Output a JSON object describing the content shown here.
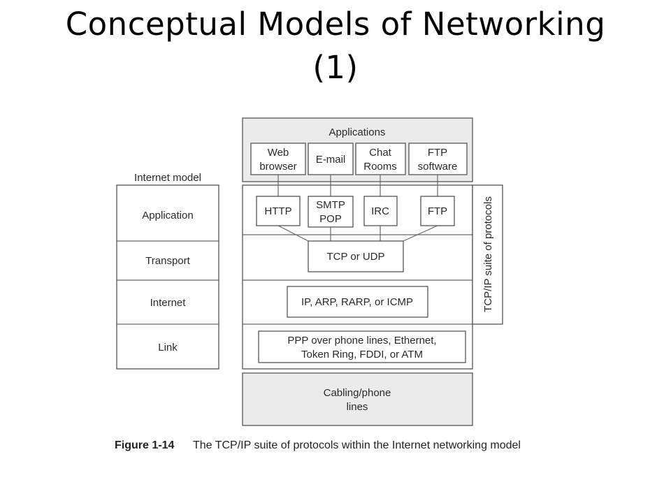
{
  "title": {
    "line1": "Conceptual Models of Networking",
    "line2": "(1)"
  },
  "figure": {
    "applications_header": "Applications",
    "apps": [
      {
        "line1": "Web",
        "line2": "browser"
      },
      {
        "line1": "E-mail",
        "line2": ""
      },
      {
        "line1": "Chat",
        "line2": "Rooms"
      },
      {
        "line1": "FTP",
        "line2": "software"
      }
    ],
    "internet_model_label": "Internet model",
    "layers": [
      "Application",
      "Transport",
      "Internet",
      "Link"
    ],
    "protocols": [
      {
        "line1": "HTTP",
        "line2": ""
      },
      {
        "line1": "SMTP",
        "line2": "POP"
      },
      {
        "line1": "IRC",
        "line2": ""
      },
      {
        "line1": "FTP",
        "line2": ""
      }
    ],
    "transport_protocol": "TCP or UDP",
    "internet_protocols": "IP, ARP, RARP, or ICMP",
    "link_protocols": {
      "line1": "PPP over phone lines, Ethernet,",
      "line2": "Token Ring, FDDI, or ATM"
    },
    "suite_label": "TCP/IP suite of protocols",
    "physical": {
      "line1": "Cabling/phone",
      "line2": "lines"
    },
    "caption_number": "Figure 1-14",
    "caption_text": "The TCP/IP suite of protocols within the Internet networking model"
  }
}
